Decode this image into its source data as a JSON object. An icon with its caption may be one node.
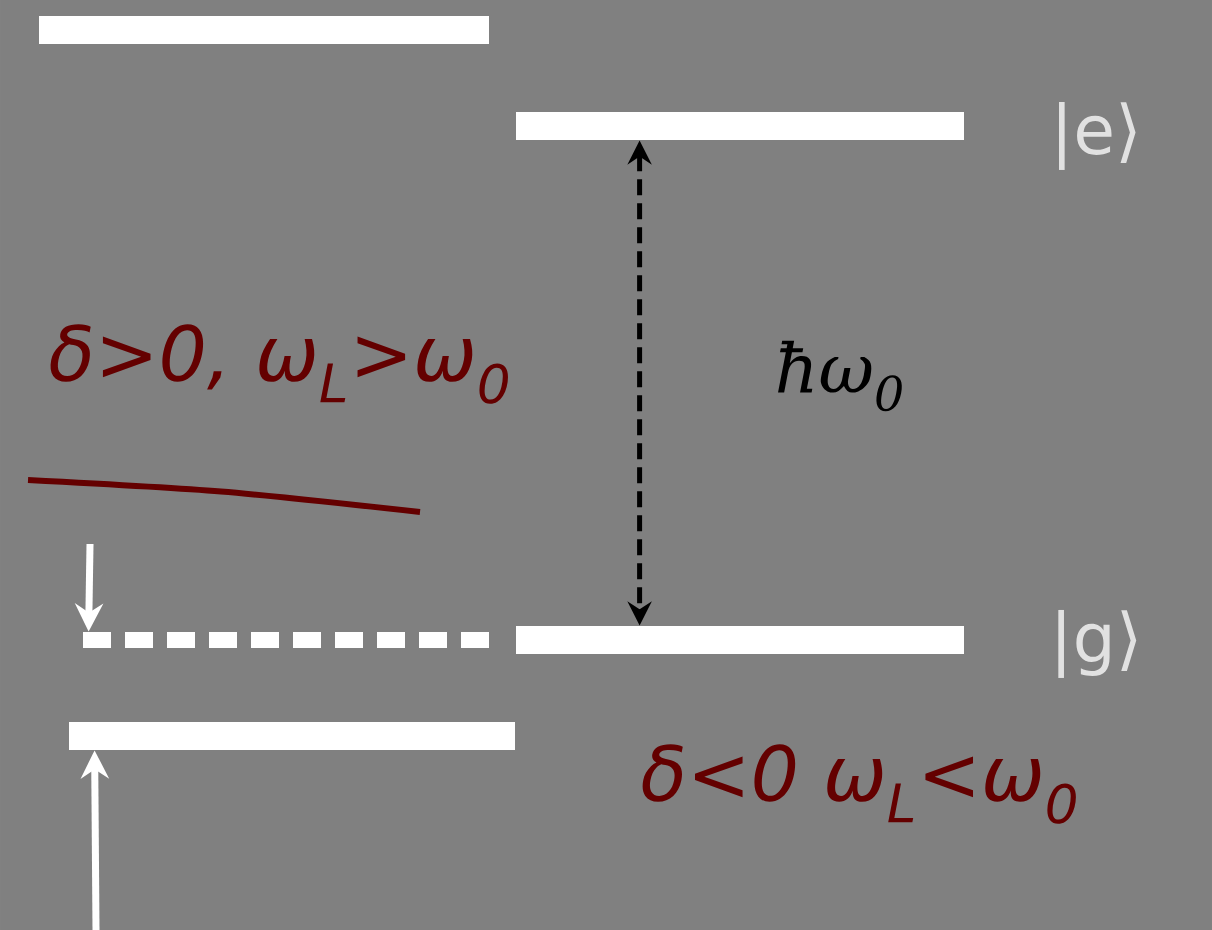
{
  "diagram": {
    "nodes": [
      {
        "text": [],
        "shape": "bar"
      },
      {
        "text": [],
        "shape": "bar",
        "beside": [
          "|e⟩"
        ]
      },
      {
        "text": [],
        "shape": "dashed-bar"
      },
      {
        "text": [],
        "shape": "bar",
        "beside": [
          "|g⟩"
        ]
      },
      {
        "text": [],
        "shape": "bar"
      }
    ],
    "edges": [
      {
        "from": 1,
        "to": 3,
        "arrow": "both",
        "style": "dashed",
        "color": "#000000",
        "label": "ħω$_{0}$"
      },
      {
        "from": null,
        "to": 2,
        "arrow": "to"
      },
      {
        "from": null,
        "to": 4,
        "arrow": "to"
      }
    ],
    "labels": [
      "δ>0, ω$_{L}$>ω$_{0}$",
      "δ<0 ω$_{L}$<ω$_{0}$"
    ]
  }
}
